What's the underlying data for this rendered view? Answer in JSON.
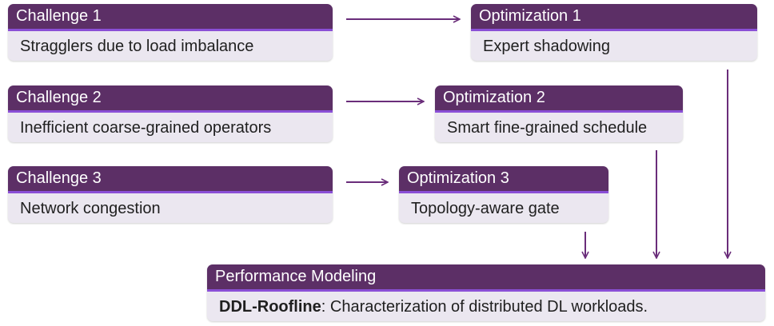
{
  "challenges": [
    {
      "title": "Challenge 1",
      "text": "Stragglers due to load imbalance"
    },
    {
      "title": "Challenge 2",
      "text": "Inefficient coarse-grained operators"
    },
    {
      "title": "Challenge 3",
      "text": "Network congestion"
    }
  ],
  "optimizations": [
    {
      "title": "Optimization 1",
      "text": "Expert shadowing"
    },
    {
      "title": "Optimization 2",
      "text": "Smart fine-grained schedule"
    },
    {
      "title": "Optimization 3",
      "text": "Topology-aware gate"
    }
  ],
  "performance": {
    "title": "Performance Modeling",
    "bold": "DDL-Roofline",
    "text": ": Characterization of distributed DL workloads."
  },
  "colors": {
    "header_bg": "#5c2f66",
    "header_underline": "#8a4fd6",
    "body_bg": "#ebe7f0",
    "arrow": "#6a2d7a"
  }
}
